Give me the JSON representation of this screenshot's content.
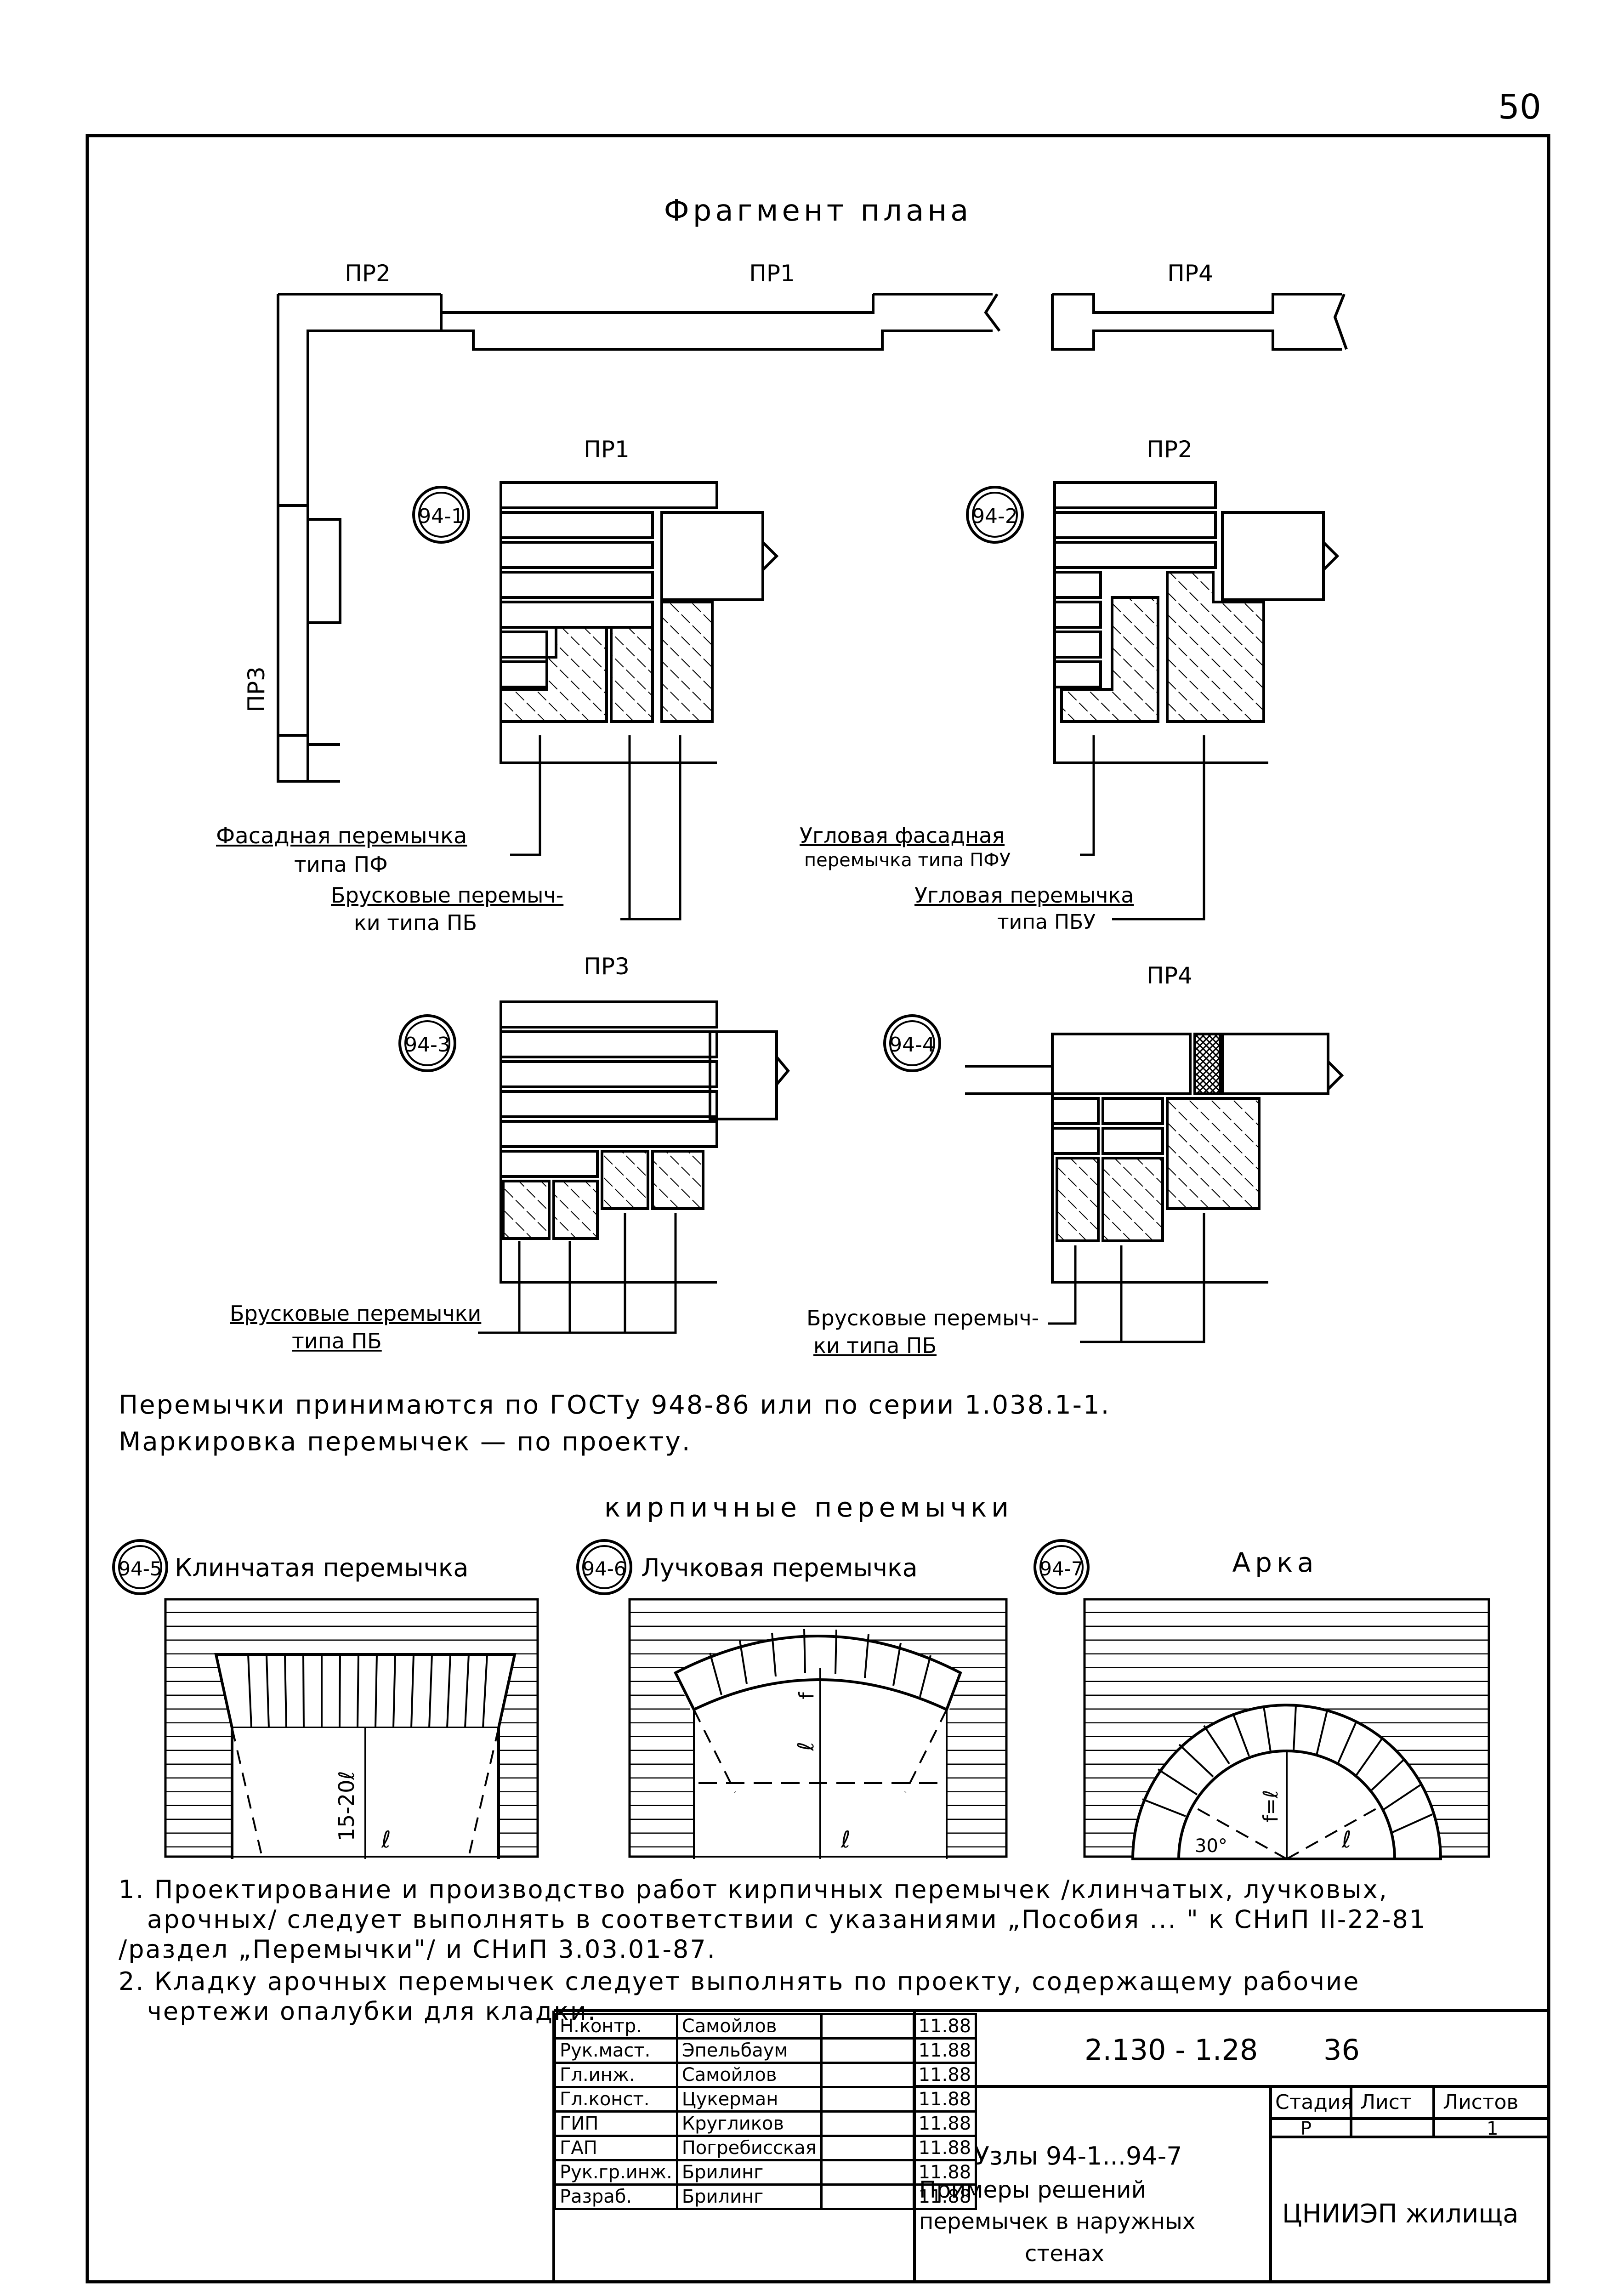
{
  "page_number": "50",
  "plan": {
    "title": "Фрагмент   плана",
    "labels": {
      "pr1": "ПР1",
      "pr2": "ПР2",
      "pr3": "ПР3",
      "pr4": "ПР4"
    }
  },
  "details": {
    "d1": {
      "mark": "94-1",
      "label": "ПР1"
    },
    "d2": {
      "mark": "94-2",
      "label": "ПР2"
    },
    "d3": {
      "mark": "94-3",
      "label": "ПР3"
    },
    "d4": {
      "mark": "94-4",
      "label": "ПР4"
    }
  },
  "callouts": {
    "facade_1": "Фасадная перемычка",
    "facade_2": "типа ПФ",
    "bar_1": "Брусковые перемыч-",
    "bar_2": "ки типа ПБ",
    "corner_facade_1": "Угловая фасадная",
    "corner_facade_2": "перемычка типа ПФУ",
    "corner_1": "Угловая перемычка",
    "corner_2": "типа ПБУ",
    "bar3_1": "Брусковые перемычки",
    "bar3_2": "типа ПБ",
    "bar4_1": "Брусковые перемыч-",
    "bar4_2": "ки типа ПБ"
  },
  "gost_note": {
    "line1": "Перемычки принимаются по ГОСТу 948-86 или по серии 1.038.1-1.",
    "line2": "Маркировка перемычек — по проекту."
  },
  "brick_section": {
    "title": "кирпичные     перемычки",
    "d5": {
      "mark": "94-5",
      "label": "Клинчатая перемычка",
      "dim_h": "15-20ℓ",
      "dim_l": "ℓ"
    },
    "d6": {
      "mark": "94-6",
      "label": "Лучковая перемычка",
      "dim_f": "f",
      "dim_r": "ℓ",
      "dim_l": "ℓ"
    },
    "d7": {
      "mark": "94-7",
      "label": "Арка",
      "dim_f": "f=ℓ",
      "dim_l": "ℓ",
      "angle": "30°"
    }
  },
  "notes": {
    "n1_1": "1. Проектирование и производство работ кирпичных перемычек /клинчатых, лучковых,",
    "n1_2": "арочных/ следует выполнять в соответствии с указаниями „Пособия ... \" к СНиП II-22-81",
    "n1_3": "/раздел „Перемычки\"/ и СНиП 3.03.01-87.",
    "n2_1": "2. Кладку арочных перемычек следует выполнять по проекту, содержащему рабочие",
    "n2_2": "чертежи опалубки для кладки."
  },
  "stamp": {
    "rows": [
      {
        "role": "Н.контр.",
        "name": "Самойлов",
        "date": "11.88"
      },
      {
        "role": "Рук.маст.",
        "name": "Эпельбаум",
        "date": "11.88"
      },
      {
        "role": "Гл.инж.",
        "name": "Самойлов",
        "date": "11.88"
      },
      {
        "role": "Гл.конст.",
        "name": "Цукерман",
        "date": "11.88"
      },
      {
        "role": "ГИП",
        "name": "Кругликов",
        "date": "11.88"
      },
      {
        "role": "ГАП",
        "name": "Погребисская",
        "date": "11.88"
      },
      {
        "role": "Рук.гр.инж.",
        "name": "Брилинг",
        "date": "11.88"
      },
      {
        "role": "Разраб.",
        "name": "Брилинг",
        "date": "11.88"
      }
    ],
    "doc_code": "2.130 - 1.28",
    "sheet_no": "36",
    "title_1": "Узлы 94-1...94-7",
    "title_2": "Примеры решений",
    "title_3": "перемычек в наружных",
    "title_4": "стенах",
    "col_stage": "Стадия",
    "col_sheet": "Лист",
    "col_sheets": "Листов",
    "stage": "Р",
    "sheet": "",
    "sheets": "1",
    "org": "ЦНИИЭП жилища"
  }
}
